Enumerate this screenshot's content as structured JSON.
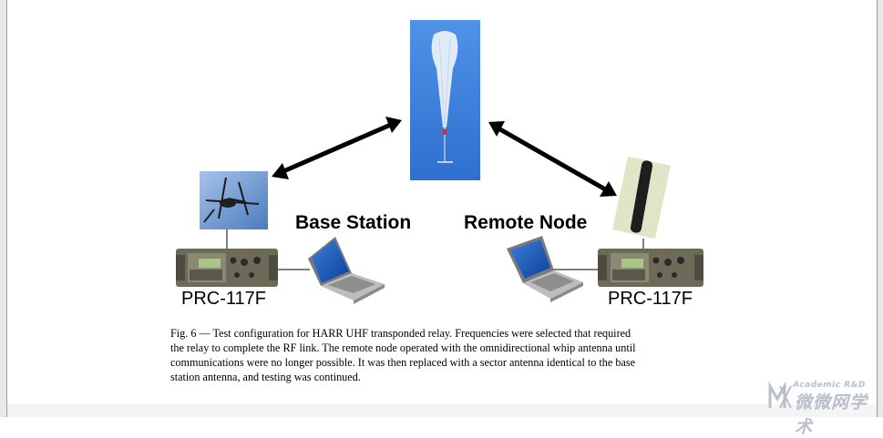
{
  "labels": {
    "base_station": "Base Station",
    "remote_node": "Remote Node",
    "radio_left": "PRC-117F",
    "radio_right": "PRC-117F"
  },
  "caption_lines": [
    "Fig. 6 — Test configuration for HARR UHF transponded relay. Frequencies were selected that required",
    "the relay to complete the RF link. The remote node operated with the omnidirectional whip antenna until",
    "communications were no longer possible. It was then replaced with a sector antenna identical to the base",
    "station antenna, and testing was continued."
  ],
  "watermark": {
    "line1": "Academic R&D",
    "line2": "微微网学术"
  },
  "colors": {
    "sky": "#3b7ed8",
    "arrow": "#000000",
    "radio_body": "#6d6a58"
  }
}
